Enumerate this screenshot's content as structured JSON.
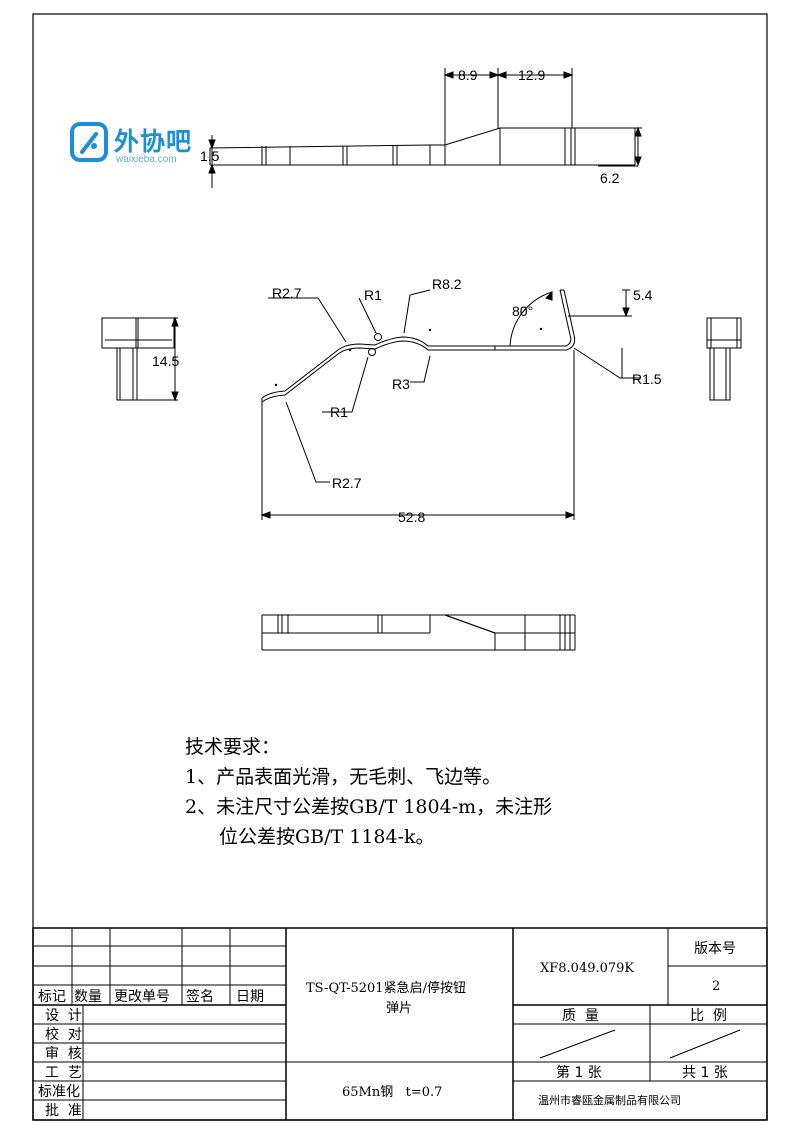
{
  "logo": {
    "name": "外协吧",
    "domain": "waixieba.com",
    "accent": "#1a8ed8"
  },
  "dims": {
    "d_8_9": "8.9",
    "d_12_9": "12.9",
    "d_1_5": "1.5",
    "d_6_2": "6.2",
    "r_2_7_top": "R2.7",
    "r_1_top": "R1",
    "r_8_2": "R8.2",
    "angle_80": "80°",
    "d_5_4": "5.4",
    "r_1_bottom": "R1",
    "r_3": "R3",
    "r_1_5": "R1.5",
    "r_2_7_bottom": "R2.7",
    "d_52_8": "52.8",
    "d_14_5": "14.5"
  },
  "notes": {
    "heading": "技术要求：",
    "line1": "1、产品表面光滑，无毛刺、飞边等。",
    "line2a": "2、未注尺寸公差按GB/T 1804-m，未注形",
    "line2b": "位公差按GB/T 1184-k。"
  },
  "title_block": {
    "header": {
      "mark": "标记",
      "qty": "数量",
      "change_no": "更改单号",
      "sign": "签名",
      "date": "日期"
    },
    "roles": [
      "设  计",
      "校  对",
      "审  核",
      "工  艺",
      "标准化",
      "批  准"
    ],
    "title_line1": "TS-QT-5201紧急启/停按钮",
    "title_line2": "弹片",
    "drawing_no": "XF8.049.079K",
    "version_label": "版本号",
    "version_value": "2",
    "weight_label": "质  量",
    "scale_label": "比  例",
    "material": "65Mn钢   t=0.7",
    "sheet_no": "第 1 张",
    "sheet_total": "共 1 张",
    "company": "温州市睿瓯金属制品有限公司"
  }
}
